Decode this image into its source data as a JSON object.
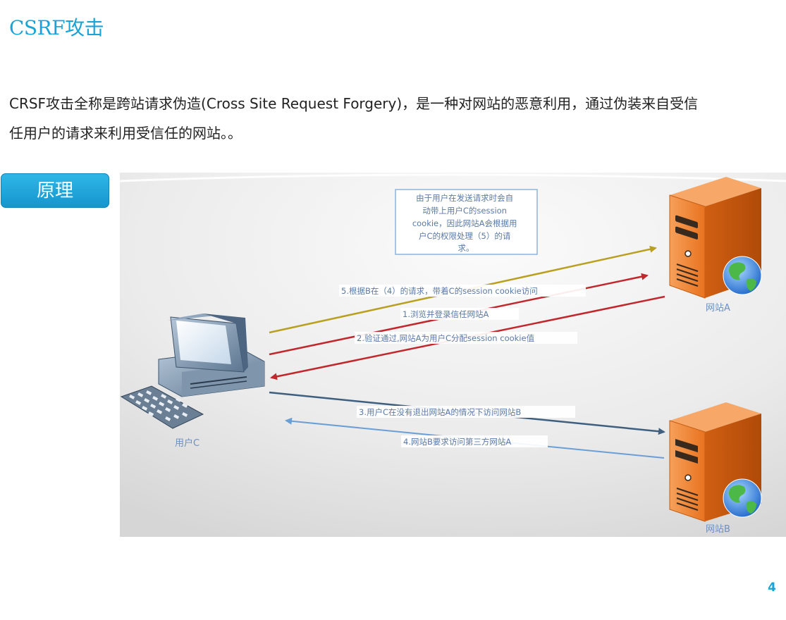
{
  "slide": {
    "title": "CSRF攻击",
    "intro": "CRSF攻击全称是跨站请求伪造(Cross Site Request Forgery)，是一种对网站的恶意利用，通过伪装来自受信任用户的请求来利用受信任的网站。。",
    "section_button": "原理",
    "page_number": "4"
  },
  "diagram": {
    "note_lines": [
      "由于用户在发送请求时会自",
      "动带上用户C的session",
      "cookie，因此网站A会根据用",
      "户C的权限处理（5）的请",
      "求。"
    ],
    "node_user": "用户C",
    "node_site_a": "网站A",
    "node_site_b": "网站B",
    "step5": "5.根据B在（4）的请求，带着C的session cookie访问",
    "step1": "1.浏览并登录信任网站A",
    "step2": "2.验证通过,网站A为用户C分配session cookie值",
    "step3": "3.用户C在没有退出网站A的情况下访问网站B",
    "step4": "4.网站B要求访问第三方网站A",
    "colors": {
      "accent": "#1aa3d6",
      "arrow_step5": "#b9a020",
      "arrow_red": "#c0282d",
      "arrow_step3": "#3e5f7e",
      "arrow_step4": "#6a9fd6",
      "server": "#ef7d2c",
      "label_text": "#6f8fbf"
    }
  }
}
